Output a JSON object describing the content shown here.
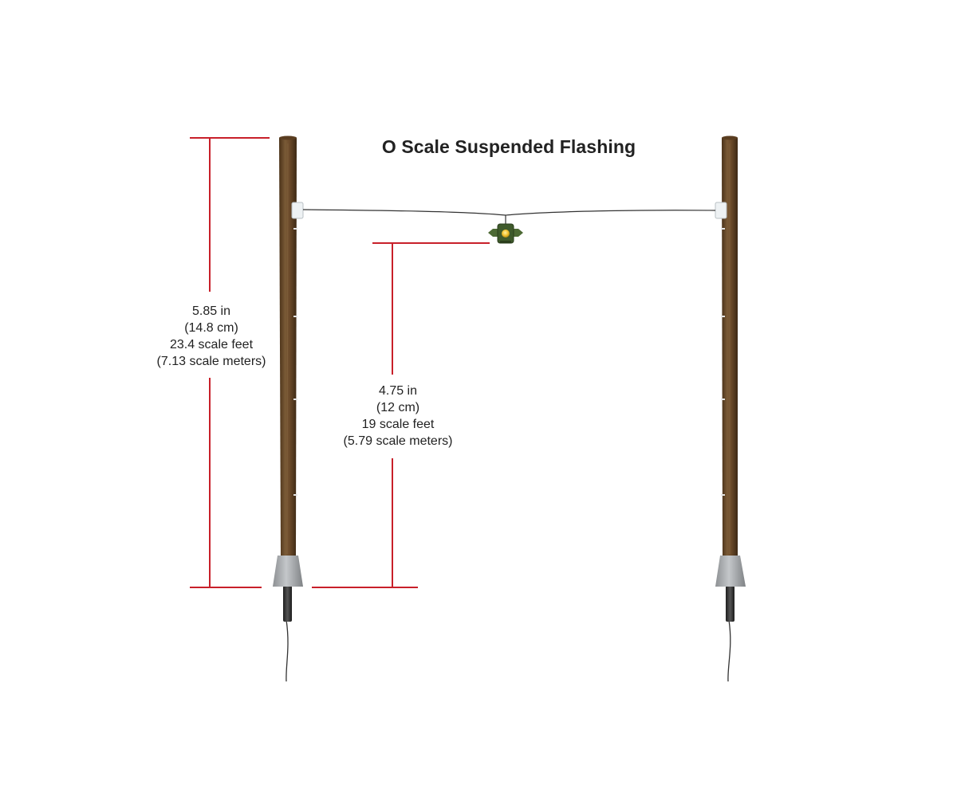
{
  "title": "O Scale Suspended Flashing",
  "dimensions": {
    "overall_height": {
      "inches": "5.85 in",
      "centimeters": "(14.8 cm)",
      "scale_feet": "23.4 scale feet",
      "scale_meters": "(7.13 scale meters)"
    },
    "signal_clearance": {
      "inches": "4.75 in",
      "centimeters": "(12 cm)",
      "scale_feet": "19 scale feet",
      "scale_meters": "(5.79 scale meters)"
    }
  },
  "colors": {
    "dimension_line": "#c8202a",
    "pole_wood": "#6b4a2a",
    "pole_base": "#a9acaf",
    "signal_housing": "#3f5a2c",
    "signal_lamp": "#f2c230",
    "wire": "#333333"
  }
}
